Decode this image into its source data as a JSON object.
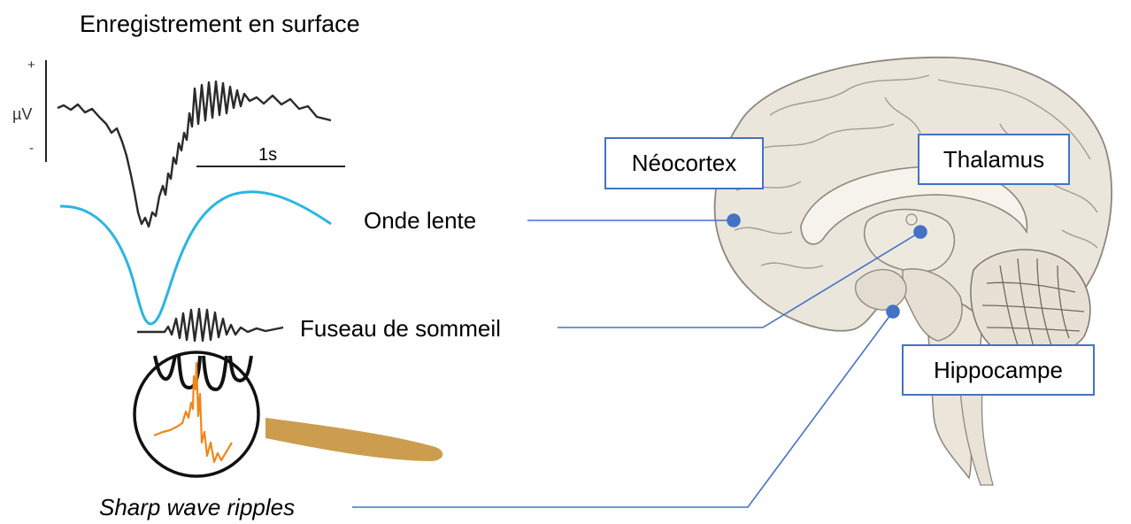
{
  "title": "Enregistrement en surface",
  "axis": {
    "plus": "+",
    "unit": "µV",
    "minus": "-"
  },
  "scale_bar": "1s",
  "waves": {
    "slow_wave": "Onde lente",
    "spindle": "Fuseau de sommeil",
    "ripples": "Sharp wave ripples"
  },
  "regions": {
    "neocortex": "Néocortex",
    "thalamus": "Thalamus",
    "hippocampus": "Hippocampe"
  },
  "colors": {
    "connector": "#4472c4",
    "slow_wave_trace": "#29b5e3",
    "ripple_trace": "#f0861b",
    "brain_fill": "#ebe6dc",
    "probe": "#c8953f"
  }
}
